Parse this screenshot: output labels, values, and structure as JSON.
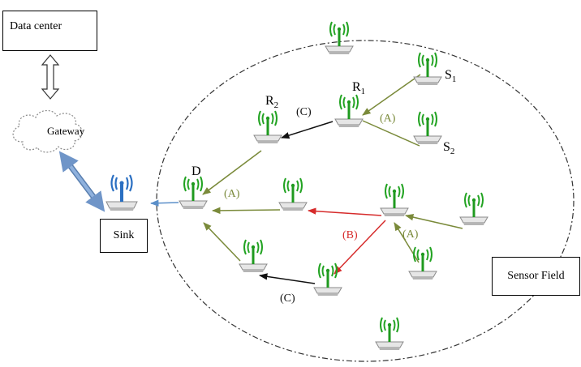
{
  "labels": {
    "data_center": "Data center",
    "gateway": "Gateway",
    "sink": "Sink",
    "sensor_field": "Sensor Field",
    "node_d": "D",
    "node_r1": "R",
    "node_r1_sub": "1",
    "node_r2": "R",
    "node_r2_sub": "2",
    "node_s1": "S",
    "node_s1_sub": "1",
    "node_s2": "S",
    "node_s2_sub": "2",
    "path_a_upper": "(A)",
    "path_a_mid": "(A)",
    "path_a_lower": "(A)",
    "path_b": "(B)",
    "path_c_upper": "(C)",
    "path_c_lower": "(C)"
  },
  "colors": {
    "route_a": "#7a8a3a",
    "route_b": "#d62b2b",
    "route_c": "#111111",
    "sink_link": "#5b8fc9",
    "gateway_link": "#6f95c8",
    "node_antenna": "#22a322",
    "sink_antenna": "#2a6fc2"
  },
  "icons": {
    "sensor": "sensor-node-icon",
    "sink": "sink-node-icon",
    "gateway": "cloud-icon"
  }
}
